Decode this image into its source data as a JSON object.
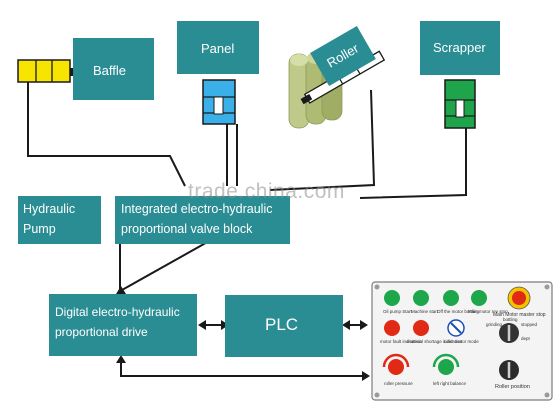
{
  "components": {
    "baffle": "Baffle",
    "panel": "Panel",
    "roller": "Roller",
    "scrapper": "Scrapper"
  },
  "blocks": {
    "pump": [
      "Hydraulic",
      "Pump"
    ],
    "valve": [
      "Integrated electro-hydraulic",
      "proportional valve block"
    ],
    "drive": [
      "Digital electro-hydraulic",
      "proportional drive"
    ],
    "plc": "PLC"
  },
  "control_panel": {
    "top_labels": [
      "Oil pump Start",
      "Machine start",
      "Off the motor bottling",
      "Main motor rev stop"
    ],
    "estop_label": "Main Motor master stop",
    "mid_labels": [
      "motor fault indication",
      "material shortage indication",
      "Limit motor mode"
    ],
    "bottom_labels": [
      "roller pressure",
      "left right balance",
      "Roller position"
    ],
    "selector_labels": [
      "grinding",
      "bottling",
      "stopped",
      "dept"
    ]
  },
  "watermark": "trade.china.com"
}
